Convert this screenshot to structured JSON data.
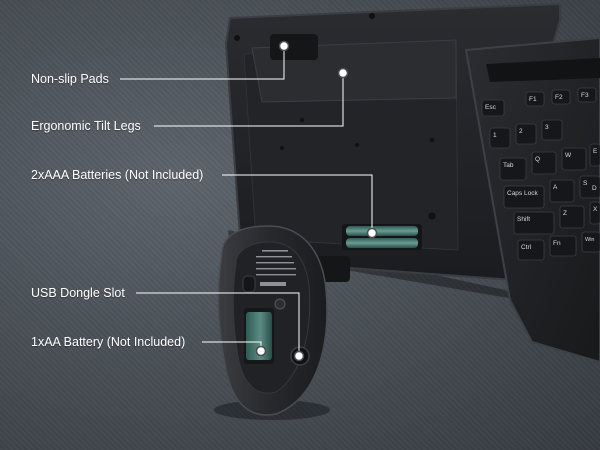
{
  "callouts": [
    {
      "label": "Non-slip Pads"
    },
    {
      "label": "Ergonomic Tilt Legs"
    },
    {
      "label": "2xAAA Batteries (Not Included)"
    },
    {
      "label": "USB Dongle Slot"
    },
    {
      "label": "1xAA Battery (Not Included)"
    }
  ],
  "keyboard": {
    "keys": [
      "Esc",
      "F1",
      "F2",
      "F3",
      "1",
      "2",
      "3",
      "Tab",
      "Q",
      "W",
      "E",
      "Caps Lock",
      "A",
      "S",
      "D",
      "Shift",
      "Z",
      "X",
      "Ctrl",
      "Fn",
      "Win"
    ]
  },
  "colors": {
    "background": "#4a5057",
    "device": "#1f2124",
    "callout_line": "#ffffff",
    "battery": "#3f6a62"
  }
}
